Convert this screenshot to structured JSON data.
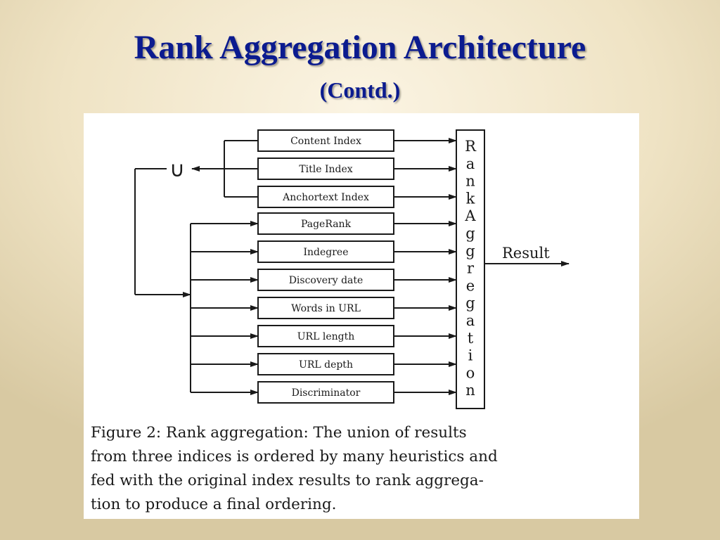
{
  "slide": {
    "title": "Rank Aggregation Architecture",
    "subtitle": "(Contd.)"
  },
  "figure": {
    "union_symbol": "∪",
    "index_boxes": [
      "Content Index",
      "Title Index",
      "Anchortext Index"
    ],
    "heuristic_boxes": [
      "PageRank",
      "Indegree",
      "Discovery date",
      "Words in URL",
      "URL length",
      "URL depth",
      "Discriminator"
    ],
    "aggregator_label": "Rank Aggregation",
    "result_label": "Result",
    "caption_lines": [
      "Figure 2: Rank aggregation: The union of results",
      "from three indices is ordered by many heuristics and",
      "fed with the original index results to rank aggrega-",
      "tion to produce a final ordering."
    ]
  },
  "colors": {
    "title": "#0b1b8f",
    "background": "#efe3c4",
    "figure_background": "#ffffff",
    "ink": "#1a1a1a"
  }
}
